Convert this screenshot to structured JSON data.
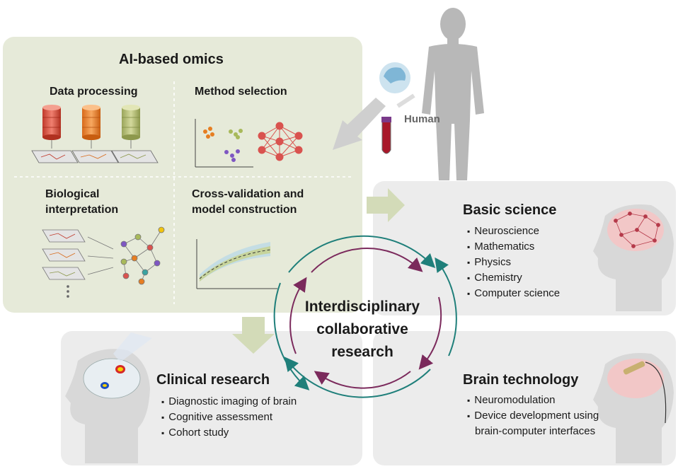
{
  "ai_omics": {
    "title": "AI-based omics",
    "quadrants": [
      {
        "label": "Data processing"
      },
      {
        "label": "Method selection"
      },
      {
        "label_line1": "Biological",
        "label_line2": "interpretation"
      },
      {
        "label_line1": "Cross-validation and",
        "label_line2": "model construction"
      }
    ]
  },
  "human": {
    "label": "Human"
  },
  "center": {
    "line1": "Interdisciplinary",
    "line2": "collaborative",
    "line3": "research"
  },
  "basic_science": {
    "title": "Basic science",
    "items": [
      "Neuroscience",
      "Mathematics",
      "Physics",
      "Chemistry",
      "Computer science"
    ]
  },
  "clinical_research": {
    "title": "Clinical research",
    "items": [
      "Diagnostic imaging of brain",
      "Cognitive assessment",
      "Cohort study"
    ]
  },
  "brain_technology": {
    "title": "Brain technology",
    "items": [
      "Neuromodulation",
      "Device development using",
      "brain-computer interfaces"
    ]
  },
  "colors": {
    "green_panel": "#e6ead9",
    "gray_panel": "#ececec",
    "arrow_teal": "#1f7f7a",
    "arrow_purple": "#7b2a5c"
  }
}
